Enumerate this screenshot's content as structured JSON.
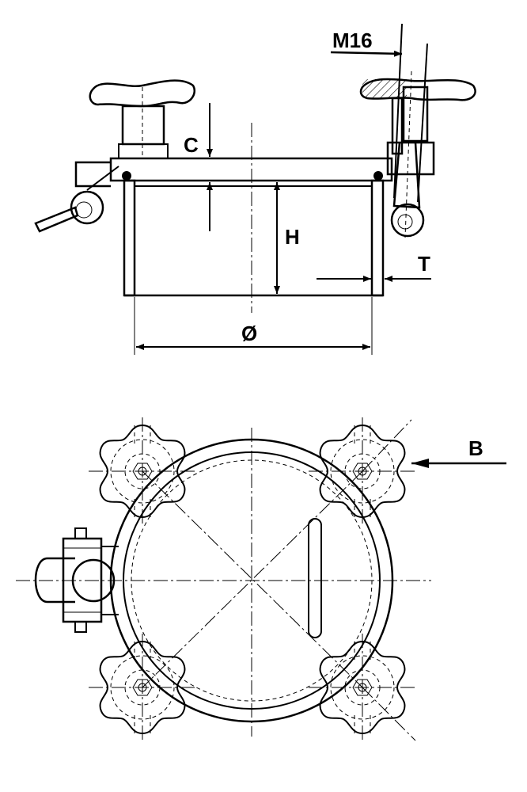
{
  "labels": {
    "thread": "M16",
    "lid_thickness": "C",
    "height": "H",
    "wall_thickness": "T",
    "diameter": "Ø",
    "view": "B"
  },
  "colors": {
    "line": "#000000",
    "background": "#ffffff"
  }
}
